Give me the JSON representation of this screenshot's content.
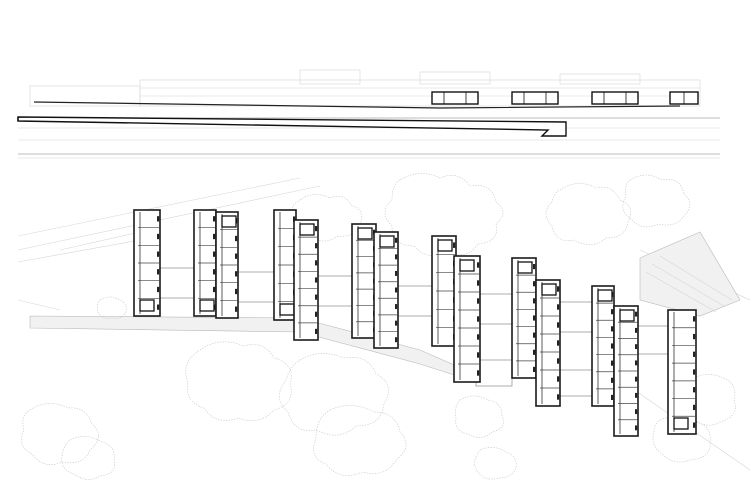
{
  "drawing": {
    "sheet_background": "#ffffff",
    "line_color": "#1a1a1a",
    "context_color": "#c8c8c8",
    "views": [
      "elevation",
      "site-plan"
    ],
    "elevation": {
      "framed_pavilions": 4
    },
    "site_plan": {
      "pavilion_pairs": 7,
      "has_ramp_path": true,
      "has_tree_canopy": true
    }
  }
}
